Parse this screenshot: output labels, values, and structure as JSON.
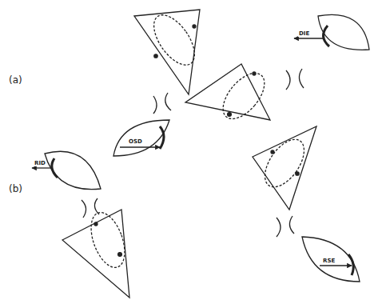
{
  "diagram": {
    "labels": [
      "(a)",
      "(b)",
      "OSD",
      "DIE",
      "RID",
      "RSE"
    ]
  }
}
